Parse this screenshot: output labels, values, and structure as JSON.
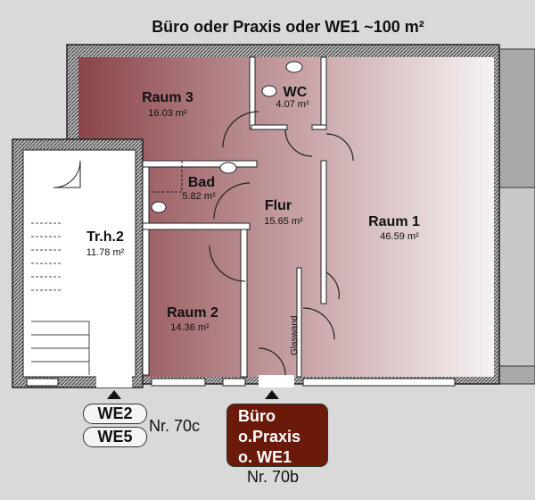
{
  "title": "Büro oder Praxis oder WE1  ~100 m²",
  "rooms": {
    "raum3": {
      "name": "Raum 3",
      "area": "16.03 m²"
    },
    "wc": {
      "name": "WC",
      "area": "4.07 m²"
    },
    "bad": {
      "name": "Bad",
      "area": "5.82 m²"
    },
    "flur": {
      "name": "Flur",
      "area": "15.65 m²"
    },
    "raum1": {
      "name": "Raum 1",
      "area": "46.59 m²"
    },
    "trh2": {
      "name": "Tr.h.2",
      "area": "11.78 m²"
    },
    "raum2": {
      "name": "Raum 2",
      "area": "14.36 m²"
    }
  },
  "glaswand": "Glaswand",
  "entrances": {
    "left": {
      "units": [
        "WE2",
        "WE5"
      ],
      "number": "Nr. 70c"
    },
    "right": {
      "lines": [
        "Büro",
        "o.Praxis",
        "o. WE1"
      ],
      "number": "Nr. 70b"
    }
  },
  "colors": {
    "room_dark": "#8a4549",
    "room_light": "#f3eeee",
    "label_box": "#6b1a0a",
    "background": "#d9d9d9"
  }
}
